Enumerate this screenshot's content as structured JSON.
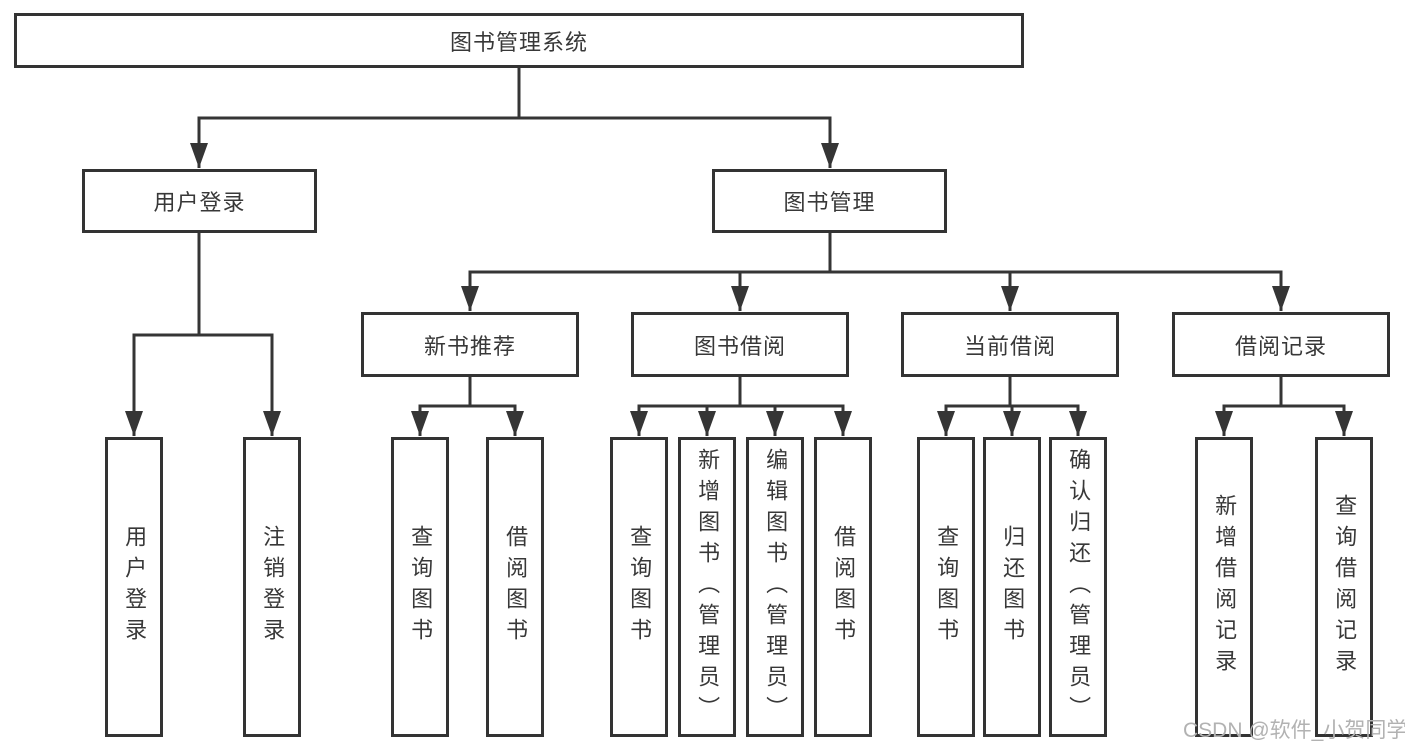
{
  "diagram": {
    "root": {
      "label": "图书管理系统"
    },
    "branches": [
      {
        "label": "用户登录",
        "children": [
          {
            "label": "用户登录"
          },
          {
            "label": "注销登录"
          }
        ]
      },
      {
        "label": "图书管理",
        "sections": [
          {
            "label": "新书推荐",
            "children": [
              {
                "label": "查询图书"
              },
              {
                "label": "借阅图书"
              }
            ]
          },
          {
            "label": "图书借阅",
            "children": [
              {
                "label": "查询图书"
              },
              {
                "label": "新增图书（管理员）"
              },
              {
                "label": "编辑图书（管理员）"
              },
              {
                "label": "借阅图书"
              }
            ]
          },
          {
            "label": "当前借阅",
            "children": [
              {
                "label": "查询图书"
              },
              {
                "label": "归还图书"
              },
              {
                "label": "确认归还（管理员）"
              }
            ]
          },
          {
            "label": "借阅记录",
            "children": [
              {
                "label": "新增借阅记录"
              },
              {
                "label": "查询借阅记录"
              }
            ]
          }
        ]
      }
    ]
  },
  "colors": {
    "line": "#353535",
    "box_border": "#333333",
    "box_background": "#ffffff",
    "text": "#383838",
    "watermark": "#b2b2b2"
  },
  "watermark": {
    "text": "CSDN @软件_小贺同学"
  }
}
